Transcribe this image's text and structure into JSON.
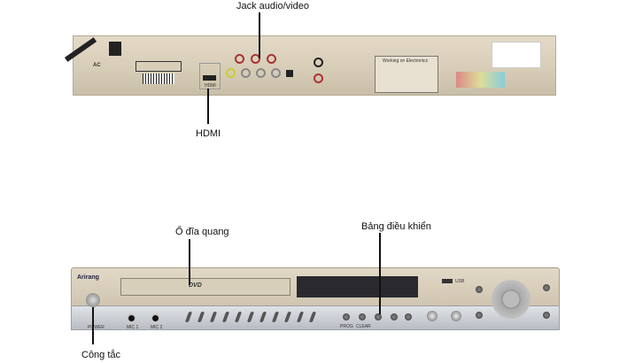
{
  "labels": {
    "jack_av": "Jack audio/video",
    "hdmi": "HDMI",
    "optical_drive": "Ổ đĩa quang",
    "control_panel": "Bảng điều khiển",
    "power_switch": "Công tắc"
  },
  "device": {
    "brand": "Arirang",
    "back_ac": "AC",
    "back_hdmi": "HDMI",
    "back_label_title": "Working on Electronics",
    "front_disc_logo": "DVD",
    "front_usb": "USB",
    "front_mic1": "MIC 1",
    "front_mic2": "MIC 2",
    "front_prog": "PROG",
    "front_clear": "CLEAR",
    "front_power": "POWER"
  }
}
